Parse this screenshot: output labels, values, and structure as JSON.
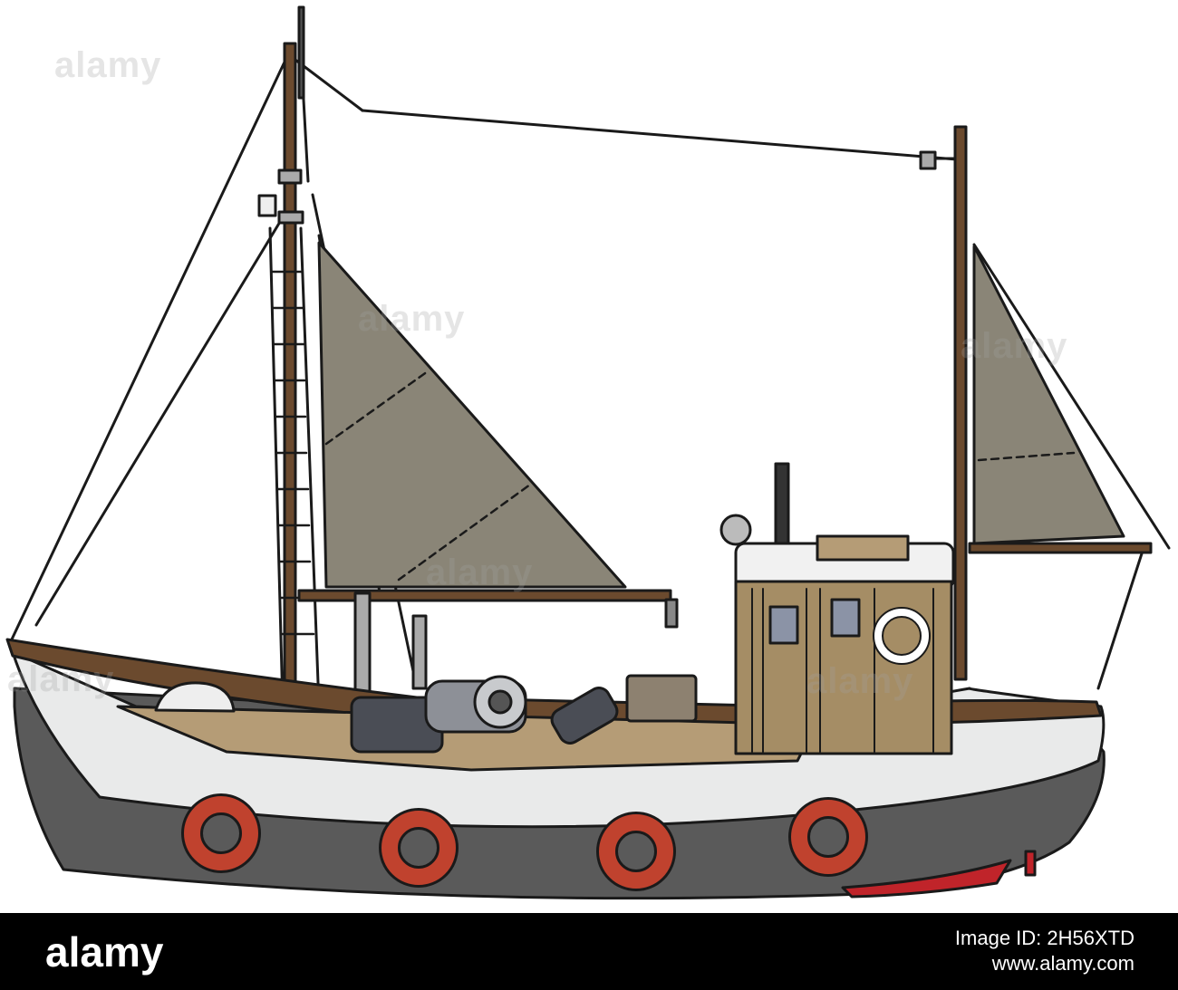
{
  "watermark": {
    "text": "alamy"
  },
  "footer": {
    "logo": "alamy",
    "image_id_label": "Image ID: 2H56XTD",
    "site": "www.alamy.com"
  },
  "colors": {
    "background": "#ffffff",
    "footer_bg": "#000000",
    "hull_dark": "#5a5a5a",
    "hull_white": "#e9eaea",
    "wood_brown": "#6b4a2e",
    "deck": "#b59c76",
    "sail": "#8a8577",
    "fender_red": "#c0422e",
    "keel_red": "#c0242a"
  }
}
